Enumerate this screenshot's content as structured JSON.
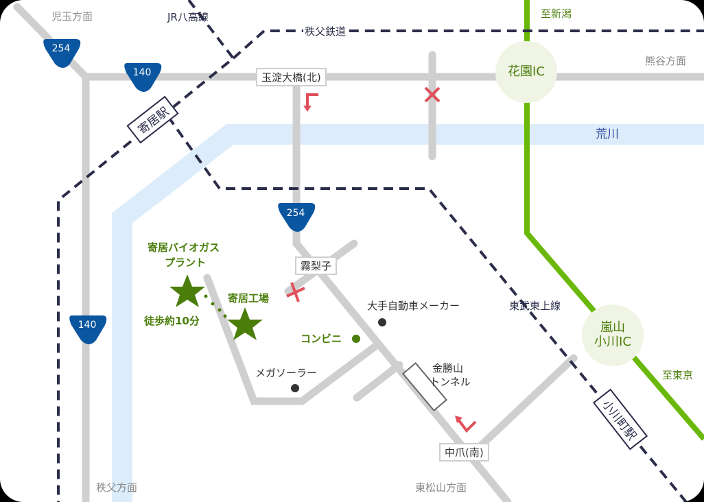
{
  "directions": {
    "kodama": "児玉方面",
    "kumagaya": "熊谷方面",
    "chichibu": "秩父方面",
    "higashimatsuyama": "東松山方面",
    "to_niigata": "至新潟",
    "to_tokyo": "至東京"
  },
  "railways": {
    "jr_hachiko": "JR八高線",
    "chichibu_tetsudo": "秩父鉄道",
    "tobu_tojo": "東武東上線"
  },
  "stations": {
    "yorii": "寄居駅",
    "ogawamachi": "小川町駅"
  },
  "interchanges": {
    "hanazono": "花園IC",
    "ranzan_line1": "嵐山",
    "ranzan_line2": "小川IC"
  },
  "routes": {
    "r254_a": "254",
    "r140_a": "140",
    "r254_b": "254",
    "r140_b": "140"
  },
  "intersections": {
    "tamayodo": "玉淀大橋(北)",
    "muriko": "霧梨子",
    "nakazume": "中爪(南)"
  },
  "river": "荒川",
  "pois": {
    "biogas_line1": "寄居バイオガス",
    "biogas_line2": "プラント",
    "yorii_factory": "寄居工場",
    "walk": "徒歩約10分",
    "automaker": "大手自動車メーカー",
    "convenience": "コンビニ",
    "mega_solar": "メガソーラー",
    "tunnel_line1": "金勝山",
    "tunnel_line2": "トンネル"
  },
  "colors": {
    "road": "#cfcfcf",
    "river": "#dcecfa",
    "rail": "#2b2d4a",
    "expressway": "#6ab90a",
    "shield": "#0a56a0",
    "marker_green": "#4a7d0a",
    "no_entry_red": "#e0505a"
  }
}
